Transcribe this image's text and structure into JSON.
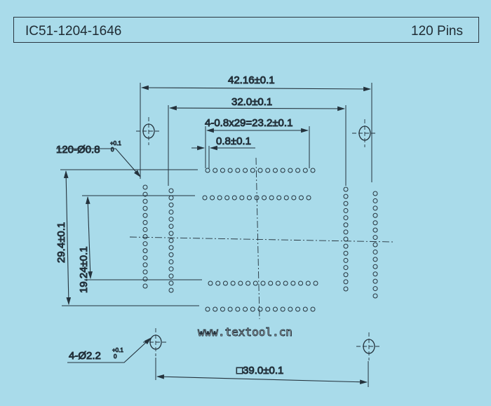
{
  "header": {
    "part_number": "IC51-1204-1646",
    "pin_count": "120 Pins"
  },
  "dimensions": {
    "overall_width": "42.16±0.1",
    "inner_width": "32.0±0.1",
    "pitch_span": "4-0.8x29=23.2±0.1",
    "pitch": "0.8±0.1",
    "pin_hole": "120-Ø0.8",
    "pin_hole_tol_upper": "+0.1",
    "pin_hole_tol_lower": "0",
    "overall_height": "29.4±0.1",
    "inner_height": "19.24±0.1",
    "mount_hole": "4-Ø2.2",
    "mount_hole_tol_upper": "+0.1",
    "mount_hole_tol_lower": "0",
    "mount_spacing": "□39.0±0.1"
  },
  "pins": {
    "rows": 4,
    "columns": 4,
    "pins_per_line": 15
  },
  "watermark": "www.textool.cn"
}
